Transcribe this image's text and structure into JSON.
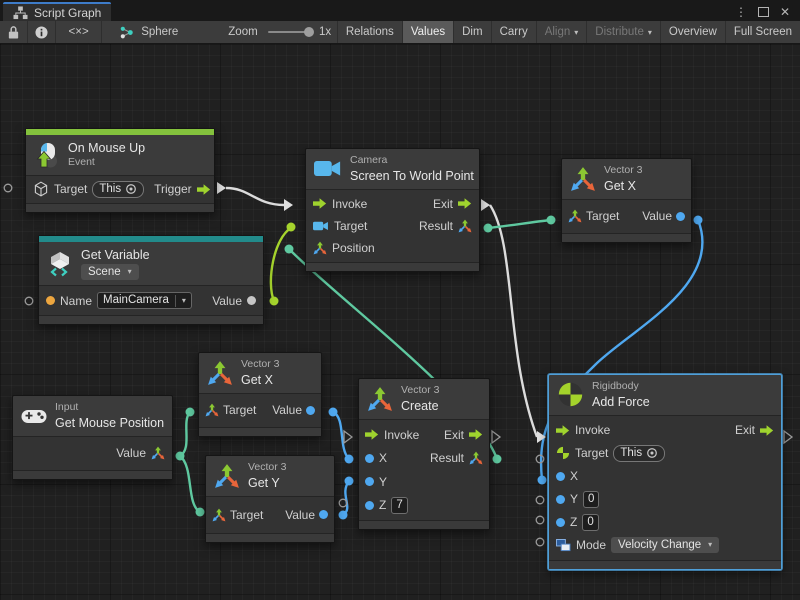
{
  "window": {
    "tab_title": "Script Graph",
    "menu_glyph": "⋮",
    "close_glyph": "✕"
  },
  "toolbar": {
    "code_glyph": "<×>",
    "graph_name": "Sphere",
    "zoom_label": "Zoom",
    "zoom_value": "1x",
    "buttons": [
      {
        "label": "Relations",
        "state": "normal"
      },
      {
        "label": "Values",
        "state": "active"
      },
      {
        "label": "Dim",
        "state": "normal"
      },
      {
        "label": "Carry",
        "state": "normal"
      },
      {
        "label": "Align",
        "state": "disabled",
        "caret": true
      },
      {
        "label": "Distribute",
        "state": "disabled",
        "caret": true
      },
      {
        "label": "Overview",
        "state": "normal"
      },
      {
        "label": "Full Screen",
        "state": "normal"
      }
    ]
  },
  "ui": {
    "caret": "▾"
  },
  "nodes": {
    "on_mouse_up": {
      "title": "On Mouse Up",
      "subtitle": "Event",
      "target_label": "Target",
      "target_value": "This",
      "trigger_label": "Trigger"
    },
    "get_variable": {
      "title": "Get Variable",
      "scope": "Scene",
      "name_label": "Name",
      "name_value": "MainCamera",
      "value_label": "Value"
    },
    "camera": {
      "category": "Camera",
      "title": "Screen To World Point",
      "invoke_label": "Invoke",
      "exit_label": "Exit",
      "target_label": "Target",
      "result_label": "Result",
      "position_label": "Position"
    },
    "get_x_top": {
      "category": "Vector 3",
      "title": "Get X",
      "target_label": "Target",
      "value_label": "Value"
    },
    "get_x_mid": {
      "category": "Vector 3",
      "title": "Get X",
      "target_label": "Target",
      "value_label": "Value"
    },
    "get_y": {
      "category": "Vector 3",
      "title": "Get Y",
      "target_label": "Target",
      "value_label": "Value"
    },
    "input": {
      "category": "Input",
      "title": "Get Mouse Position",
      "value_label": "Value"
    },
    "create": {
      "category": "Vector 3",
      "title": "Create",
      "invoke_label": "Invoke",
      "exit_label": "Exit",
      "x_label": "X",
      "result_label": "Result",
      "y_label": "Y",
      "z_label": "Z",
      "z_value": "7"
    },
    "rigidbody": {
      "category": "Rigidbody",
      "title": "Add Force",
      "selected": true,
      "invoke_label": "Invoke",
      "exit_label": "Exit",
      "target_label": "Target",
      "target_value": "This",
      "x_label": "X",
      "y_label": "Y",
      "y_value": "0",
      "z_label": "Z",
      "z_value": "0",
      "mode_label": "Mode",
      "mode_value": "Velocity Change"
    }
  },
  "colors": {
    "event_accent": "#84c23d",
    "variable_accent": "#228b8b",
    "selection": "#4f9fd8",
    "exec_green": "#9fd32e",
    "vector3_teal": "#5fc9a0",
    "number_blue": "#4fa8f0",
    "object_green": "#a6d42d",
    "name_orange": "#eda63f",
    "exec_wire": "#dcdcdc"
  }
}
